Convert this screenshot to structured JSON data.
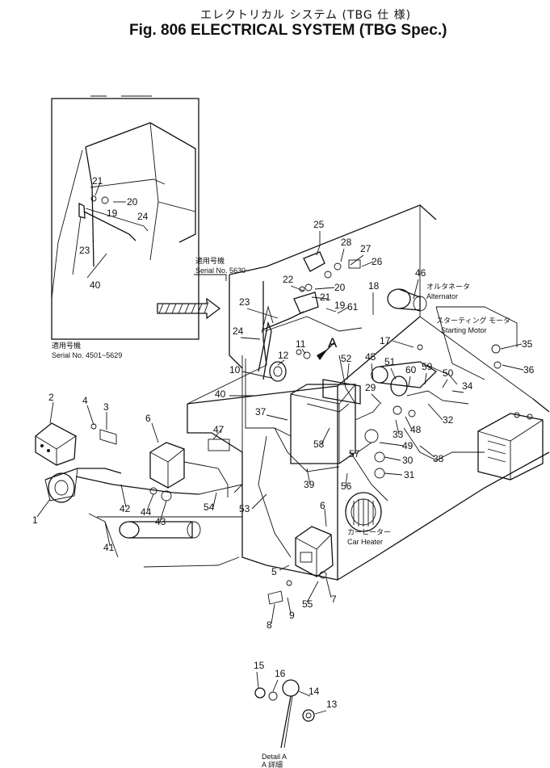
{
  "header": {
    "title_jp": "エレクトリカル システム (TBG 仕 様)",
    "title_en": "Fig. 806 ELECTRICAL SYSTEM (TBG Spec.)"
  },
  "notes": {
    "inset_serial_jp": "適用号機",
    "inset_serial": "Serial No. 4501~5629",
    "main_serial_jp": "適用号機",
    "main_serial": "Serial No. 5630~",
    "alternator_jp": "オルタネータ",
    "alternator": "Alternator",
    "starting_motor_jp": "スターティング モータ",
    "starting_motor": "Starting Motor",
    "car_heater_jp": "カーヒーター",
    "car_heater": "Car Heater",
    "detail_label": "A",
    "detail_caption": "Detail A",
    "detail_caption_jp": "A 詳細"
  },
  "parts": {
    "p1": "1",
    "p2": "2",
    "p3": "3",
    "p4": "4",
    "p5": "5",
    "p6": "6",
    "p7": "7",
    "p8": "8",
    "p9": "9",
    "p10": "10",
    "p11": "11",
    "p12": "12",
    "p13": "13",
    "p14": "14",
    "p15": "15",
    "p16": "16",
    "p17": "17",
    "p18": "18",
    "p19": "19",
    "p20": "20",
    "p21": "21",
    "p22": "22",
    "p23": "23",
    "p24": "24",
    "p25": "25",
    "p26": "26",
    "p27": "27",
    "p28": "28",
    "p29": "29",
    "p30": "30",
    "p31": "31",
    "p32": "32",
    "p33": "33",
    "p34": "34",
    "p35": "35",
    "p36": "36",
    "p37": "37",
    "p38": "38",
    "p39": "39",
    "p40": "40",
    "p41": "41",
    "p42": "42",
    "p43": "43",
    "p44": "44",
    "p45": "45",
    "p46": "46",
    "p47": "47",
    "p48": "48",
    "p49": "49",
    "p50": "50",
    "p51": "51",
    "p52": "52",
    "p53": "53",
    "p54": "54",
    "p55": "55",
    "p56": "56",
    "p57": "57",
    "p58": "58",
    "p59": "59",
    "p60": "60",
    "p61": "61"
  }
}
